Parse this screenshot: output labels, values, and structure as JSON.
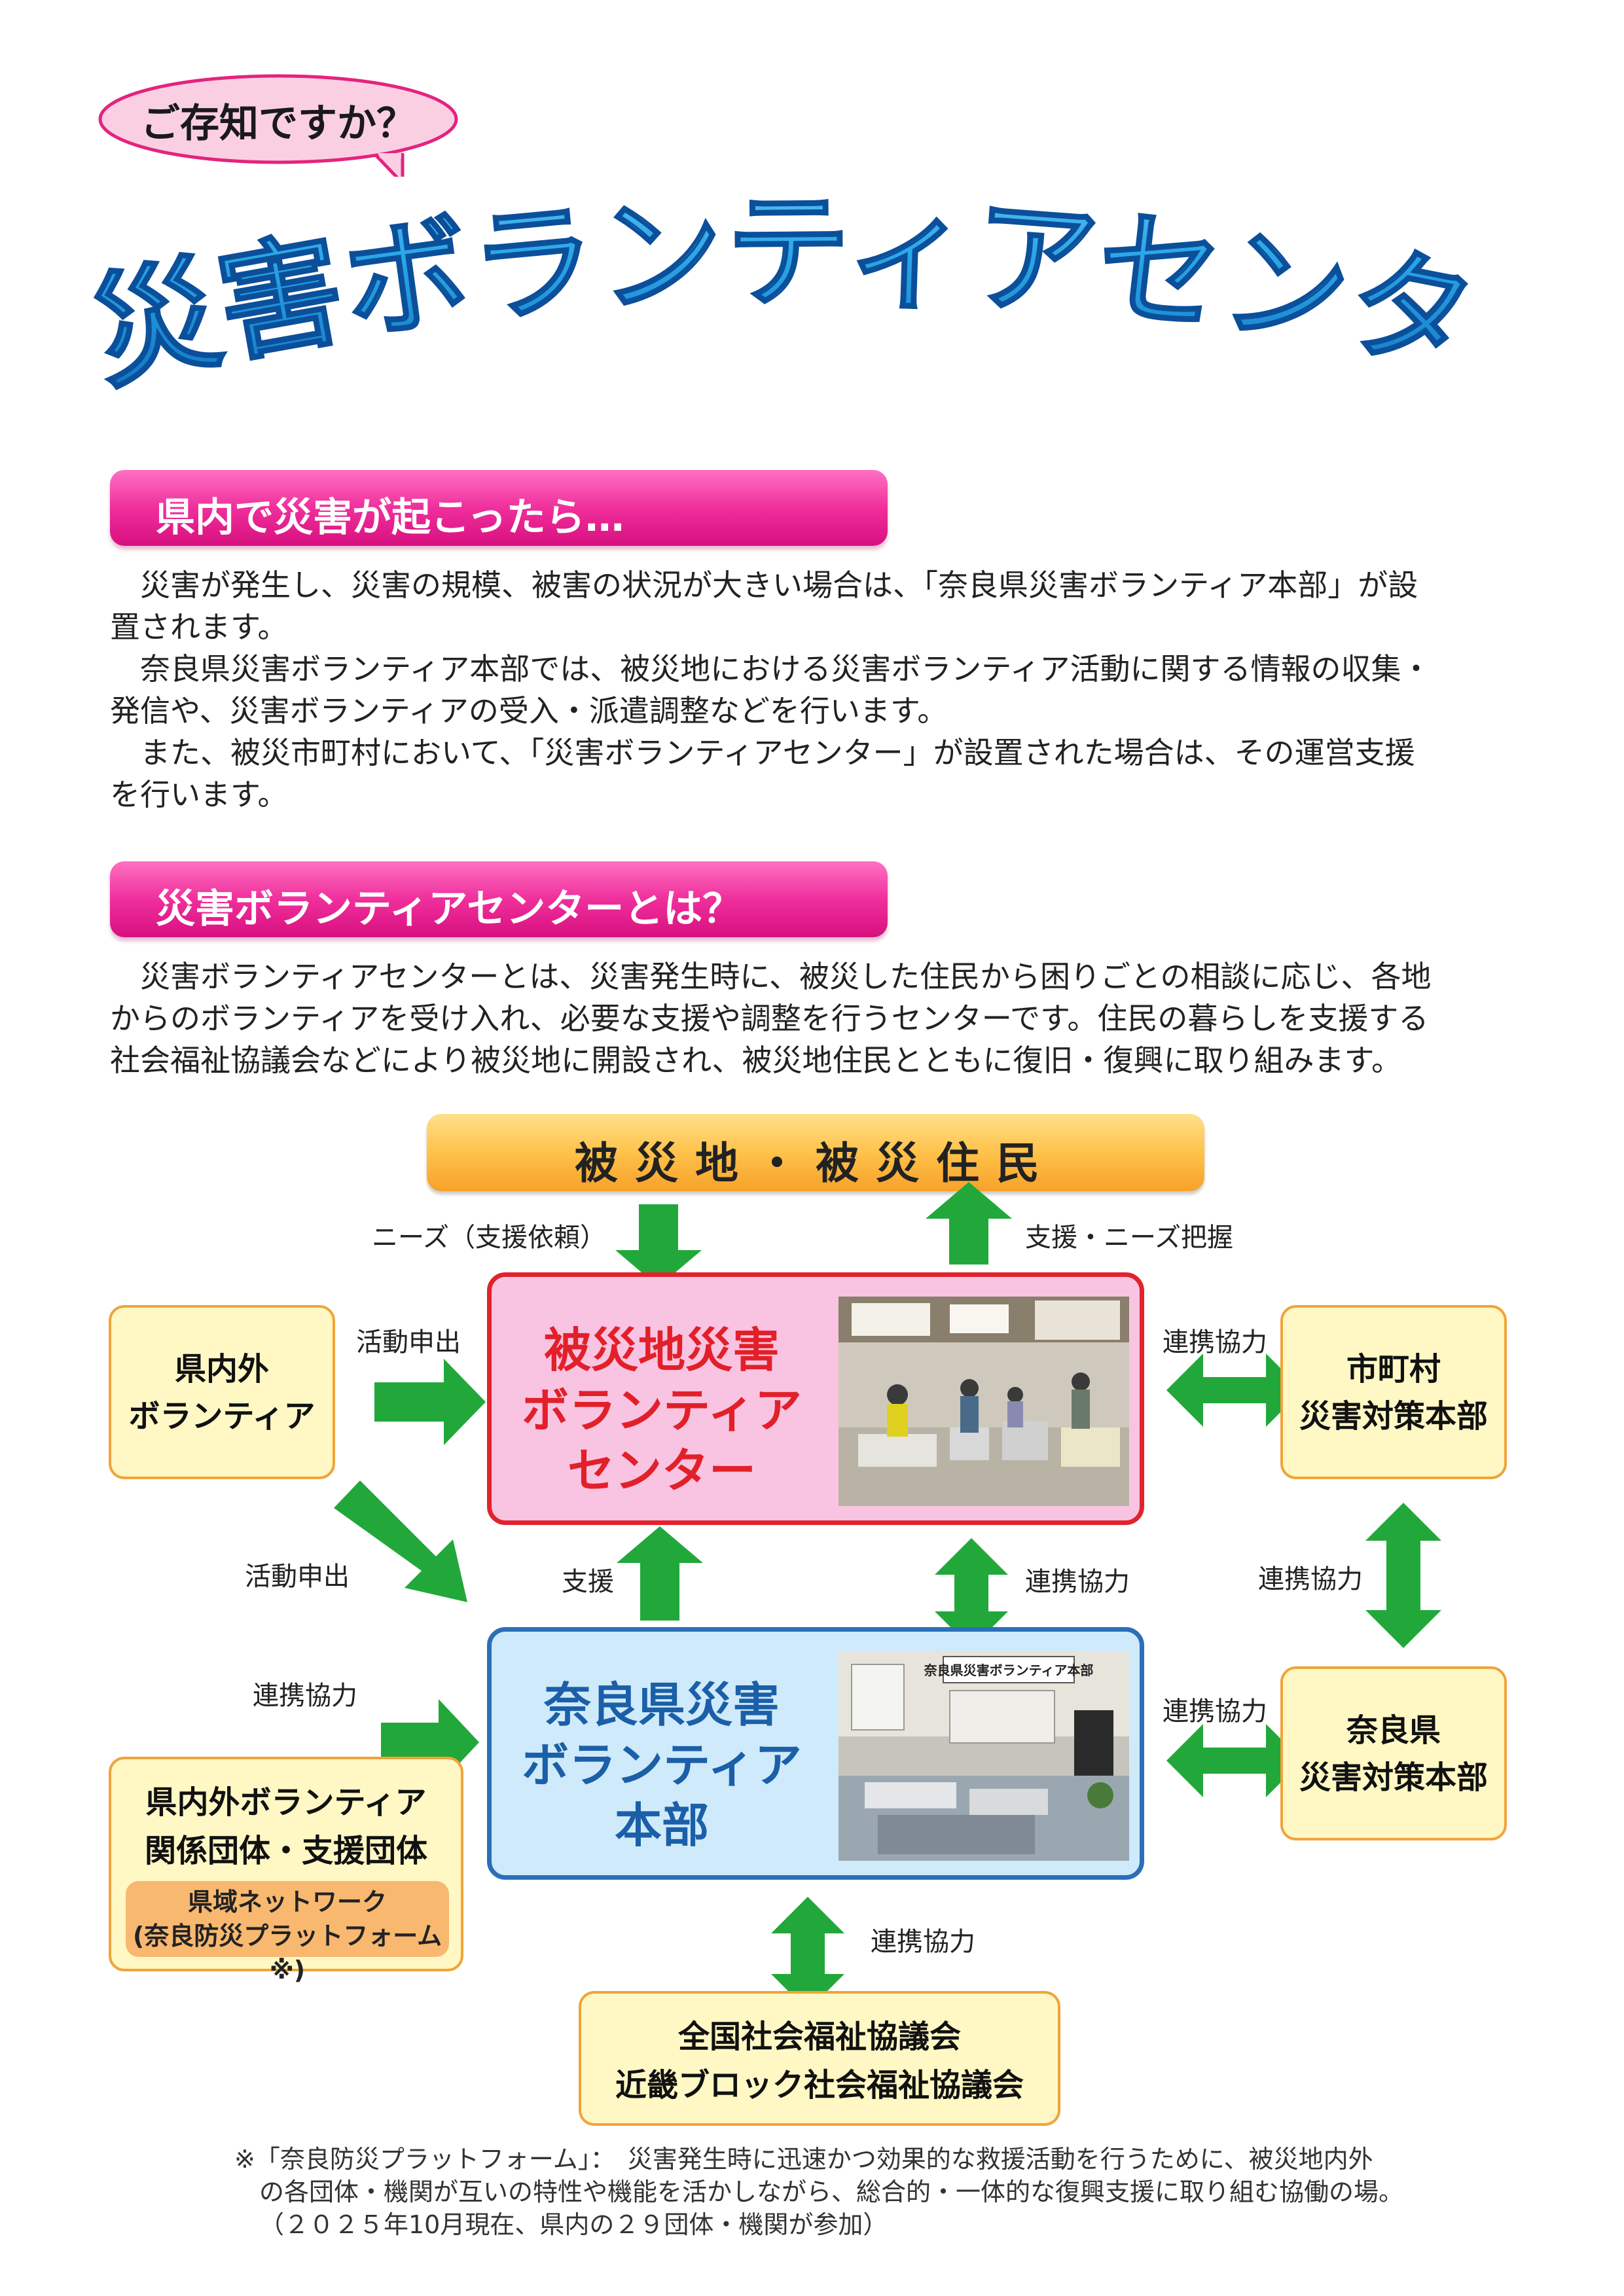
{
  "header": {
    "bubble_text": "ご存知ですか？",
    "main_title": "災害ボランティアセンター"
  },
  "section1": {
    "title": "県内で災害が起こったら…",
    "lines": [
      "　災害が発生し、災害の規模、被害の状況が大きい場合は、「奈良県災害ボランティア本部」が設",
      "置されます。",
      "　奈良県災害ボランティア本部では、被災地における災害ボランティア活動に関する情報の収集・",
      "発信や、災害ボランティアの受入・派遣調整などを行います。",
      "　また、被災市町村において、「災害ボランティアセンター」が設置された場合は、その運営支援",
      "を行います。"
    ]
  },
  "section2": {
    "title": "災害ボランティアセンターとは？",
    "lines": [
      "　災害ボランティアセンターとは、災害発生時に、被災した住民から困りごとの相談に応じ、各地",
      "からのボランティアを受け入れ、必要な支援や調整を行うセンターです。住民の暮らしを支援する",
      "社会福祉協議会などにより被災地に開設され、被災地住民とともに復旧・復興に取り組みます。"
    ]
  },
  "diagram": {
    "top_bar": "被災地・被災住民",
    "label_needs": "ニーズ（支援依頼）",
    "label_support_needs": "支援・ニーズ把握",
    "volunteer_box": [
      "県内外",
      "ボランティア"
    ],
    "label_activity1": "活動申出",
    "label_activity2": "活動申出",
    "center_top": [
      "被災地災害",
      "ボランティア",
      "センター"
    ],
    "city_box": [
      "市町村",
      "災害対策本部"
    ],
    "label_coop_city": "連携協力",
    "label_support": "支援",
    "label_coop_mid": "連携協力",
    "label_coop_right": "連携協力",
    "label_coop_left": "連携協力",
    "center_mid": [
      "奈良県災害",
      "ボランティア",
      "本部"
    ],
    "photo_banner": "奈良県災害ボランティア本部",
    "pref_box": [
      "奈良県",
      "災害対策本部"
    ],
    "label_coop_pref": "連携協力",
    "org_box": [
      "県内外ボランティア",
      "関係団体・支援団体"
    ],
    "network_box": [
      "県域ネットワーク",
      "(奈良防災プラットフォーム※)"
    ],
    "label_coop_bottom": "連携協力",
    "national_box": [
      "全国社会福祉協議会",
      "近畿ブロック社会福祉協議会"
    ]
  },
  "footnote": {
    "lines": [
      "※「奈良防災プラットフォーム」：　災害発生時に迅速かつ効果的な救援活動を行うために、被災地内外",
      "の各団体・機関が互いの特性や機能を活かしながら、総合的・一体的な復興支援に取り組む協働の場。",
      "（２０２５年10月現在、県内の２９団体・機関が参加）"
    ]
  },
  "colors": {
    "pink_header": "#e8258f",
    "title_blue": "#1a9ce0",
    "arrow_green": "#22a83a",
    "center_red": "#e2202a",
    "center_blue": "#1b5fa8"
  }
}
